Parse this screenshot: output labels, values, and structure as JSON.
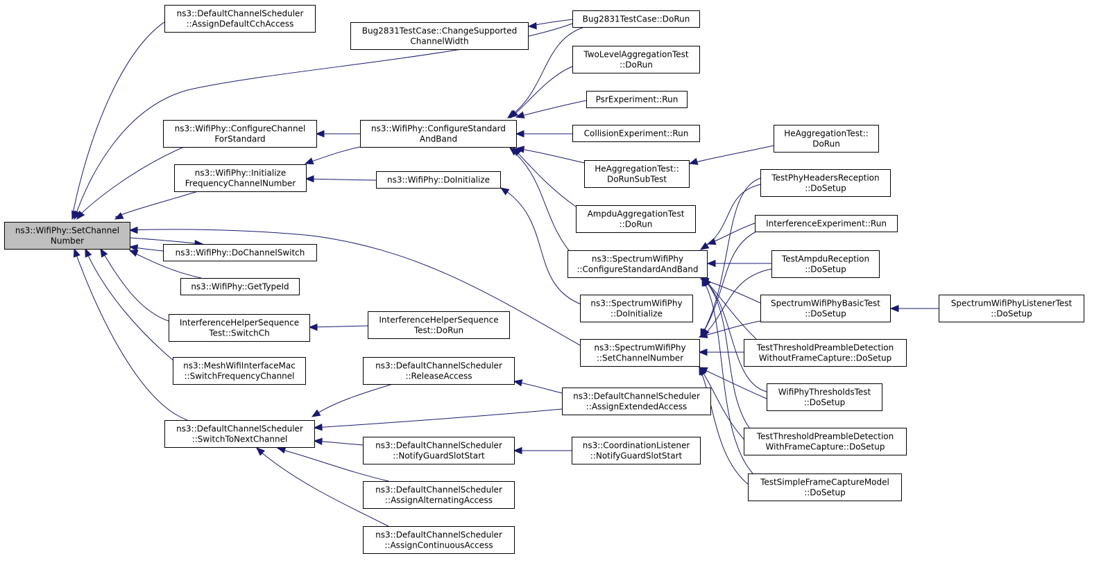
{
  "colors": {
    "edge": "#191970",
    "root_fill": "#bfbfbf",
    "node_fill": "#ffffff",
    "node_border": "#000000"
  },
  "nodes": [
    {
      "id": "root",
      "lines": [
        "ns3::WifiPhy::SetChannel",
        "Number"
      ]
    },
    {
      "id": "assignDefaultCch",
      "lines": [
        "ns3::DefaultChannelScheduler",
        "::AssignDefaultCchAccess"
      ]
    },
    {
      "id": "bugChange",
      "lines": [
        "Bug2831TestCase::ChangeSupported",
        "ChannelWidth"
      ]
    },
    {
      "id": "bugDoRun",
      "lines": [
        "Bug2831TestCase::DoRun"
      ]
    },
    {
      "id": "twoLevel",
      "lines": [
        "TwoLevelAggregationTest",
        "::DoRun"
      ]
    },
    {
      "id": "psr",
      "lines": [
        "PsrExperiment::Run"
      ]
    },
    {
      "id": "configChan",
      "lines": [
        "ns3::WifiPhy::ConfigureChannel",
        "ForStandard"
      ]
    },
    {
      "id": "configStd",
      "lines": [
        "ns3::WifiPhy::ConfigureStandard",
        "AndBand"
      ]
    },
    {
      "id": "collision",
      "lines": [
        "CollisionExperiment::Run"
      ]
    },
    {
      "id": "heAggDoRun",
      "lines": [
        "HeAggregationTest::",
        "DoRun"
      ]
    },
    {
      "id": "initFreq",
      "lines": [
        "ns3::WifiPhy::Initialize",
        "FrequencyChannelNumber"
      ]
    },
    {
      "id": "doInit",
      "lines": [
        "ns3::WifiPhy::DoInitialize"
      ]
    },
    {
      "id": "heAggSub",
      "lines": [
        "HeAggregationTest::",
        "DoRunSubTest"
      ]
    },
    {
      "id": "phyHeaders",
      "lines": [
        "TestPhyHeadersReception",
        "::DoSetup"
      ]
    },
    {
      "id": "ampduAgg",
      "lines": [
        "AmpduAggregationTest",
        "::DoRun"
      ]
    },
    {
      "id": "interfExp",
      "lines": [
        "InterferenceExperiment::Run"
      ]
    },
    {
      "id": "doChanSwitch",
      "lines": [
        "ns3::WifiPhy::DoChannelSwitch"
      ]
    },
    {
      "id": "specConfig",
      "lines": [
        "ns3::SpectrumWifiPhy",
        "::ConfigureStandardAndBand"
      ]
    },
    {
      "id": "ampduRecep",
      "lines": [
        "TestAmpduReception",
        "::DoSetup"
      ]
    },
    {
      "id": "getTypeId",
      "lines": [
        "ns3::WifiPhy::GetTypeId"
      ]
    },
    {
      "id": "specBasic",
      "lines": [
        "SpectrumWifiPhyBasicTest",
        "::DoSetup"
      ]
    },
    {
      "id": "specListener",
      "lines": [
        "SpectrumWifiPhyListenerTest",
        "::DoSetup"
      ]
    },
    {
      "id": "specDoInit",
      "lines": [
        "ns3::SpectrumWifiPhy",
        "::DoInitialize"
      ]
    },
    {
      "id": "ihSwitch",
      "lines": [
        "InterferenceHelperSequence",
        "Test::SwitchCh"
      ]
    },
    {
      "id": "ihDoRun",
      "lines": [
        "InterferenceHelperSequence",
        "Test::DoRun"
      ]
    },
    {
      "id": "thrWithout",
      "lines": [
        "TestThresholdPreambleDetection",
        "WithoutFrameCapture::DoSetup"
      ]
    },
    {
      "id": "specSetChan",
      "lines": [
        "ns3::SpectrumWifiPhy",
        "::SetChannelNumber"
      ]
    },
    {
      "id": "meshSwitch",
      "lines": [
        "ns3::MeshWifiInterfaceMac",
        "::SwitchFrequencyChannel"
      ]
    },
    {
      "id": "releaseAccess",
      "lines": [
        "ns3::DefaultChannelScheduler",
        "::ReleaseAccess"
      ]
    },
    {
      "id": "wifiThr",
      "lines": [
        "WifiPhyThresholdsTest",
        "::DoSetup"
      ]
    },
    {
      "id": "assignExt",
      "lines": [
        "ns3::DefaultChannelScheduler",
        "::AssignExtendedAccess"
      ]
    },
    {
      "id": "switchNext",
      "lines": [
        "ns3::DefaultChannelScheduler",
        "::SwitchToNextChannel"
      ]
    },
    {
      "id": "thrWith",
      "lines": [
        "TestThresholdPreambleDetection",
        "WithFrameCapture::DoSetup"
      ]
    },
    {
      "id": "notifyGuard",
      "lines": [
        "ns3::DefaultChannelScheduler",
        "::NotifyGuardSlotStart"
      ]
    },
    {
      "id": "coordNotify",
      "lines": [
        "ns3::CoordinationListener",
        "::NotifyGuardSlotStart"
      ]
    },
    {
      "id": "simpleFrame",
      "lines": [
        "TestSimpleFrameCaptureModel",
        "::DoSetup"
      ]
    },
    {
      "id": "assignAlt",
      "lines": [
        "ns3::DefaultChannelScheduler",
        "::AssignAlternatingAccess"
      ]
    },
    {
      "id": "assignCont",
      "lines": [
        "ns3::DefaultChannelScheduler",
        "::AssignContinuousAccess"
      ]
    }
  ]
}
